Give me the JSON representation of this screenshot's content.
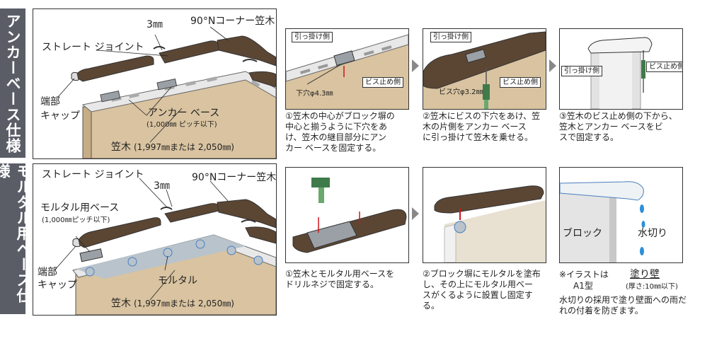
{
  "sections": {
    "anchor": {
      "title": "アンカーベース仕様"
    },
    "mortar": {
      "title": "モルタル用ベース仕様"
    }
  },
  "top_main": {
    "mm3": "3㎜",
    "corner": "90°Nコーナー笠木",
    "straight_joint": "ストレート ジョイント",
    "end_cap_1": "端部",
    "end_cap_2": "キャップ",
    "anchor_base": "アンカー ベース",
    "anchor_pitch": "(1,000㎜ ピッチ以下)",
    "kasagi": "笠木",
    "kasagi_len": "(1,997㎜または 2,050㎜)"
  },
  "bottom_main": {
    "straight_joint": "ストレート ジョイント",
    "mm3": "3㎜",
    "corner": "90°Nコーナー笠木",
    "mortar_base": "モルタル用ベース",
    "mortar_pitch": "(1,000㎜ピッチ以下)",
    "end_cap_1": "端部",
    "end_cap_2": "キャップ",
    "mortar": "モルタル",
    "kasagi": "笠木",
    "kasagi_len": "(1,997㎜または 2,050㎜)"
  },
  "top_steps": [
    {
      "tags": [
        "引っ掛け側",
        "ビス止め側"
      ],
      "note": "下穴φ4.3㎜",
      "caption": [
        "①笠木の中心がブロック塀の",
        "中心と揃うように下穴をあ",
        "け、笠木の継目部分にアン",
        "カー ベースを固定する。"
      ]
    },
    {
      "tags": [
        "引っ掛け側",
        "ビス止め側"
      ],
      "note": "ビス穴φ3.2㎜",
      "caption": [
        "②笠木にビスの下穴をあけ、笠",
        "木の片側をアンカー ベース",
        "に引っ掛けて笠木を乗せる。"
      ]
    },
    {
      "tags": [
        "引っ掛け側",
        "ビス止め側"
      ],
      "caption": [
        "③笠木のビス止め側の下から、",
        "笠木とアンカー ベースをビ",
        "スで固定する。"
      ]
    }
  ],
  "bottom_steps": [
    {
      "caption": [
        "①笠木とモルタル用ベースを",
        "ドリルネジで固定する。"
      ]
    },
    {
      "caption": [
        "②ブロック塀にモルタルを塗布",
        "し、その上にモルタル用ベー",
        "スがくるように設置し固定す",
        "る。"
      ]
    },
    {
      "block": "ブロック",
      "mizukiri": "水切り",
      "note_prefix": "※イラストは",
      "a1": "A1型",
      "nurikabe": "塗り壁",
      "thickness": "(厚さ:10㎜以下)",
      "caption": [
        "水切りの採用で塗り壁面への雨だ",
        "れの付着を防ぎます。"
      ]
    }
  ],
  "colors": {
    "band": "#5a5d66",
    "kasagi": "#5b4634",
    "wall": "#d9c3a0",
    "base": "#9aa0a6",
    "mortar": "#b8c3cc",
    "pointer": "#d2141e",
    "water": "#2d8fd9"
  }
}
